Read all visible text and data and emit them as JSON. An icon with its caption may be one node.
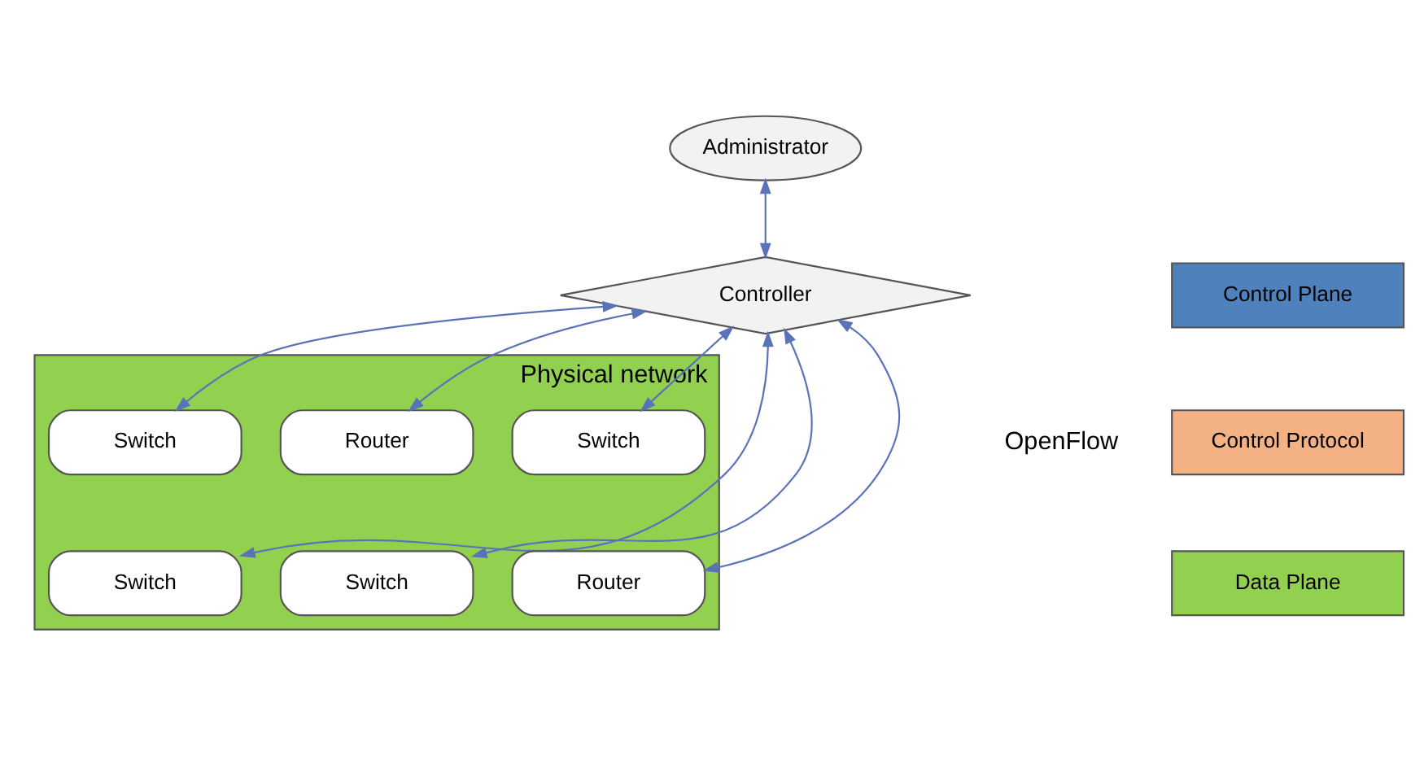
{
  "diagram": {
    "nodes": [
      {
        "text": [
          "Administrator"
        ]
      },
      {
        "text": [
          "Controller"
        ]
      },
      {
        "text": [
          "Physical network"
        ]
      },
      {
        "text": [
          "Switch"
        ],
        "in": 2
      },
      {
        "text": [
          "Router"
        ],
        "in": 2
      },
      {
        "text": [
          "Switch"
        ],
        "in": 2
      },
      {
        "text": [
          "Switch"
        ],
        "in": 2
      },
      {
        "text": [
          "Switch"
        ],
        "in": 2
      },
      {
        "text": [
          "Router"
        ],
        "in": 2
      }
    ],
    "edges": [
      {
        "from": 0,
        "to": 1,
        "arrow": "both"
      },
      {
        "from": 1,
        "to": 3,
        "arrow": "both"
      },
      {
        "from": 1,
        "to": 6,
        "arrow": "both"
      },
      {
        "from": 1,
        "to": 4,
        "arrow": "both"
      },
      {
        "from": 1,
        "to": 7,
        "arrow": "both"
      },
      {
        "from": 1,
        "to": 5,
        "arrow": "both"
      },
      {
        "from": 1,
        "to": 8,
        "arrow": "both"
      }
    ],
    "labels": [
      "OpenFlow"
    ],
    "legend": [
      {
        "text": "Control Plane",
        "color": "#4f81bd"
      },
      {
        "text": "Control Protocol",
        "color": "#f4b183"
      },
      {
        "text": "Data Plane",
        "color": "#92d050"
      }
    ]
  }
}
